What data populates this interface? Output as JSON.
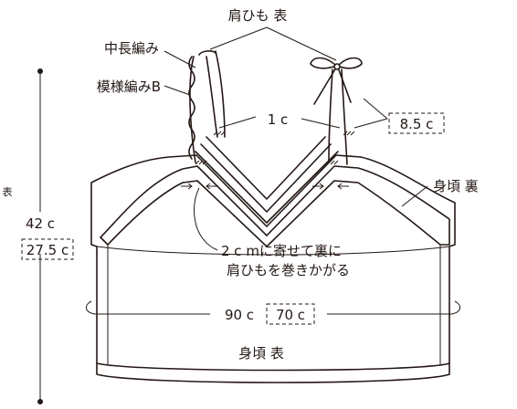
{
  "labels": {
    "strap_front": "肩ひも 表",
    "half_double_crochet": "中長編み",
    "pattern_stitch_b": "模様編みB",
    "one_c": "1 c",
    "bow_len": "8.5 c",
    "back_side": "身頃 裏",
    "height_main": "42 c",
    "height_alt": "27.5 c",
    "side_mark": "表",
    "note_line1": "2 c mに寄せて裏に",
    "note_line2": "肩ひもを巻きかがる",
    "width_main": "90 c",
    "width_alt": "70 c",
    "front_body": "身頃 表"
  },
  "colors": {
    "ink": "#231815",
    "paper": "#ffffff"
  }
}
